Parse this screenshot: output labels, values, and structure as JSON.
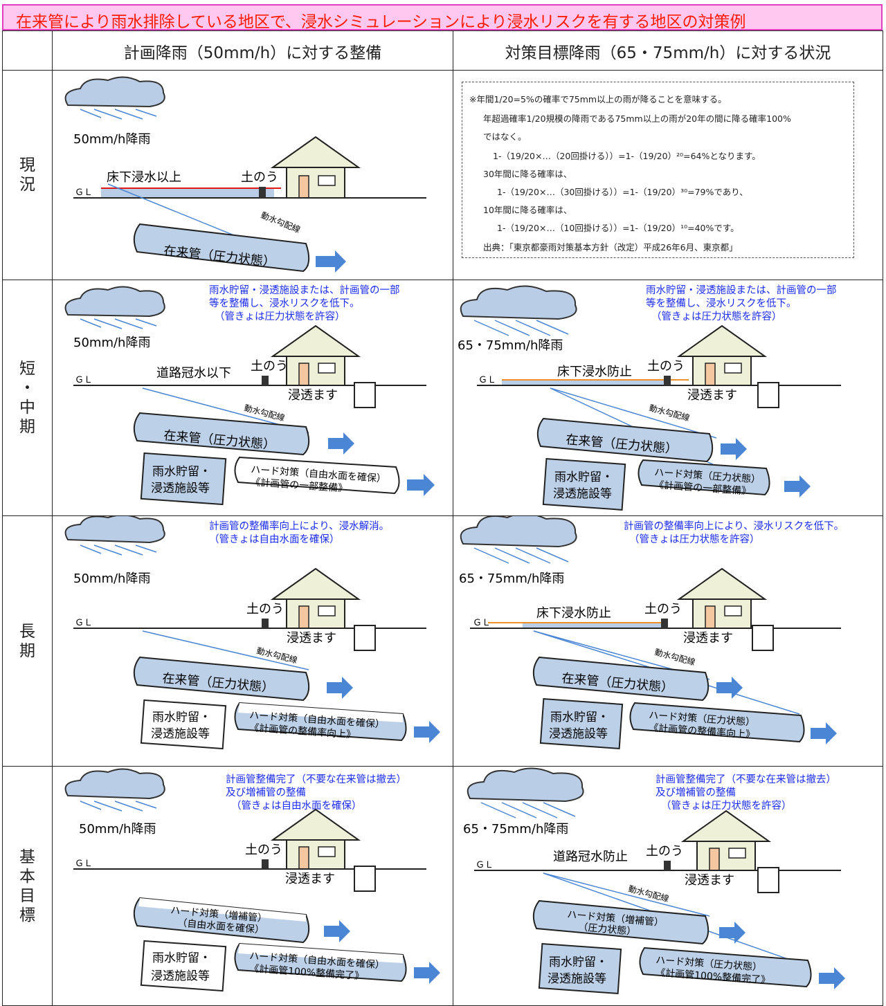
{
  "title": "在来管により雨水排除している地区で、浸水シミュレーションにより浸水リスクを有する地区の対策例",
  "columns": [
    "計画降雨（50mm/h）に対する整備",
    "対策目標降雨（65・75mm/h）に対する状況"
  ],
  "rows": [
    {
      "label": [
        "現",
        "況"
      ]
    },
    {
      "label": [
        "短",
        "・",
        "中",
        "期"
      ]
    },
    {
      "label": [
        "長",
        "期"
      ]
    },
    {
      "label": [
        "基",
        "本",
        "目",
        "標"
      ]
    }
  ],
  "rain": {
    "r50": "50mm/h降雨",
    "r65": "65・75mm/h降雨"
  },
  "labels": {
    "gl": "ＧＬ",
    "sandbag": "土のう",
    "infil": "浸透ます",
    "hydraulic": "動水勾配線",
    "existing_pipe": "在来管（圧力状態）",
    "storage_line1": "雨水貯留・",
    "storage_line2": "浸透施設等",
    "floor_below": "床下浸水以上",
    "road_below": "道路冠水以下",
    "floor_prevent": "床下浸水防止",
    "road_prevent": "道路冠水防止"
  },
  "notes": {
    "current_right": [
      "※年間1/20=5%の確率で75mm以上の雨が降ることを意味する。",
      "年超過確率1/20規模の降雨である75mm以上の雨が20年の間に降る確率100%",
      "ではなく。",
      "1-（19/20×…（20回掛ける））=1-（19/20）²⁰=64%となります。",
      "30年間に降る確率は、",
      "1-（19/20×…（30回掛ける））=1-（19/20）³⁰=79%であり、",
      "10年間に降る確率は、",
      "1-（19/20×…（10回掛ける））=1-（19/20）¹⁰=40%です。",
      "出典：「東京都豪雨対策基本方針（改定）平成26年6月、東京都」"
    ],
    "short_left": [
      "雨水貯留・浸透施設または、計画管の一部",
      "等を整備し、浸水リスクを低下。",
      "（管きょは圧力状態を許容）"
    ],
    "short_right": [
      "雨水貯留・浸透施設または、計画管の一部",
      "等を整備し、浸水リスクを低下。",
      "（管きょは圧力状態を許容）"
    ],
    "long_left": [
      "計画管の整備率向上により、浸水解消。",
      "（管きょは自由水面を確保）"
    ],
    "long_right": [
      "計画管の整備率向上により、浸水リスクを低下。",
      "（管きょは圧力状態を許容）"
    ],
    "basic_left": [
      "計画管整備完了（不要な在来管は撤去）",
      "及び増補管の整備",
      "（管きょは自由水面を確保）"
    ],
    "basic_right": [
      "計画管整備完了（不要な在来管は撤去）",
      "及び増補管の整備",
      "（管きょは圧力状態を許容）"
    ]
  },
  "pipes": {
    "short_left_plan": [
      "ハード対策（自由水面を確保）",
      "《計画管の一部整備》"
    ],
    "short_right_plan": [
      "ハード対策（圧力状態）",
      "《計画管の一部整備》"
    ],
    "long_left_plan": [
      "ハード対策（自由水面を確保）",
      "《計画管の整備率向上》"
    ],
    "long_right_plan": [
      "ハード対策（圧力状態）",
      "《計画管の整備率向上》"
    ],
    "basic_left_aux": [
      "ハード対策（増補管）",
      "（自由水面を確保）"
    ],
    "basic_left_plan": [
      "ハード対策（自由水面を確保）",
      "《計画管100%整備完了》"
    ],
    "basic_right_aux": [
      "ハード対策（増補管）",
      "（圧力状態）"
    ],
    "basic_right_plan": [
      "ハード対策（圧力状態）",
      "《計画管100%整備完了》"
    ]
  },
  "colors": {
    "water": "#b9cde6",
    "pipe_fill": "#bcd0e8",
    "arrow": "#4a86d4",
    "note_blue": "#1b2cf0",
    "flood_red": "#e01818",
    "flood_orange": "#f0902a",
    "banner_bg": "#ffc8f0",
    "banner_text": "#ff1a00"
  }
}
